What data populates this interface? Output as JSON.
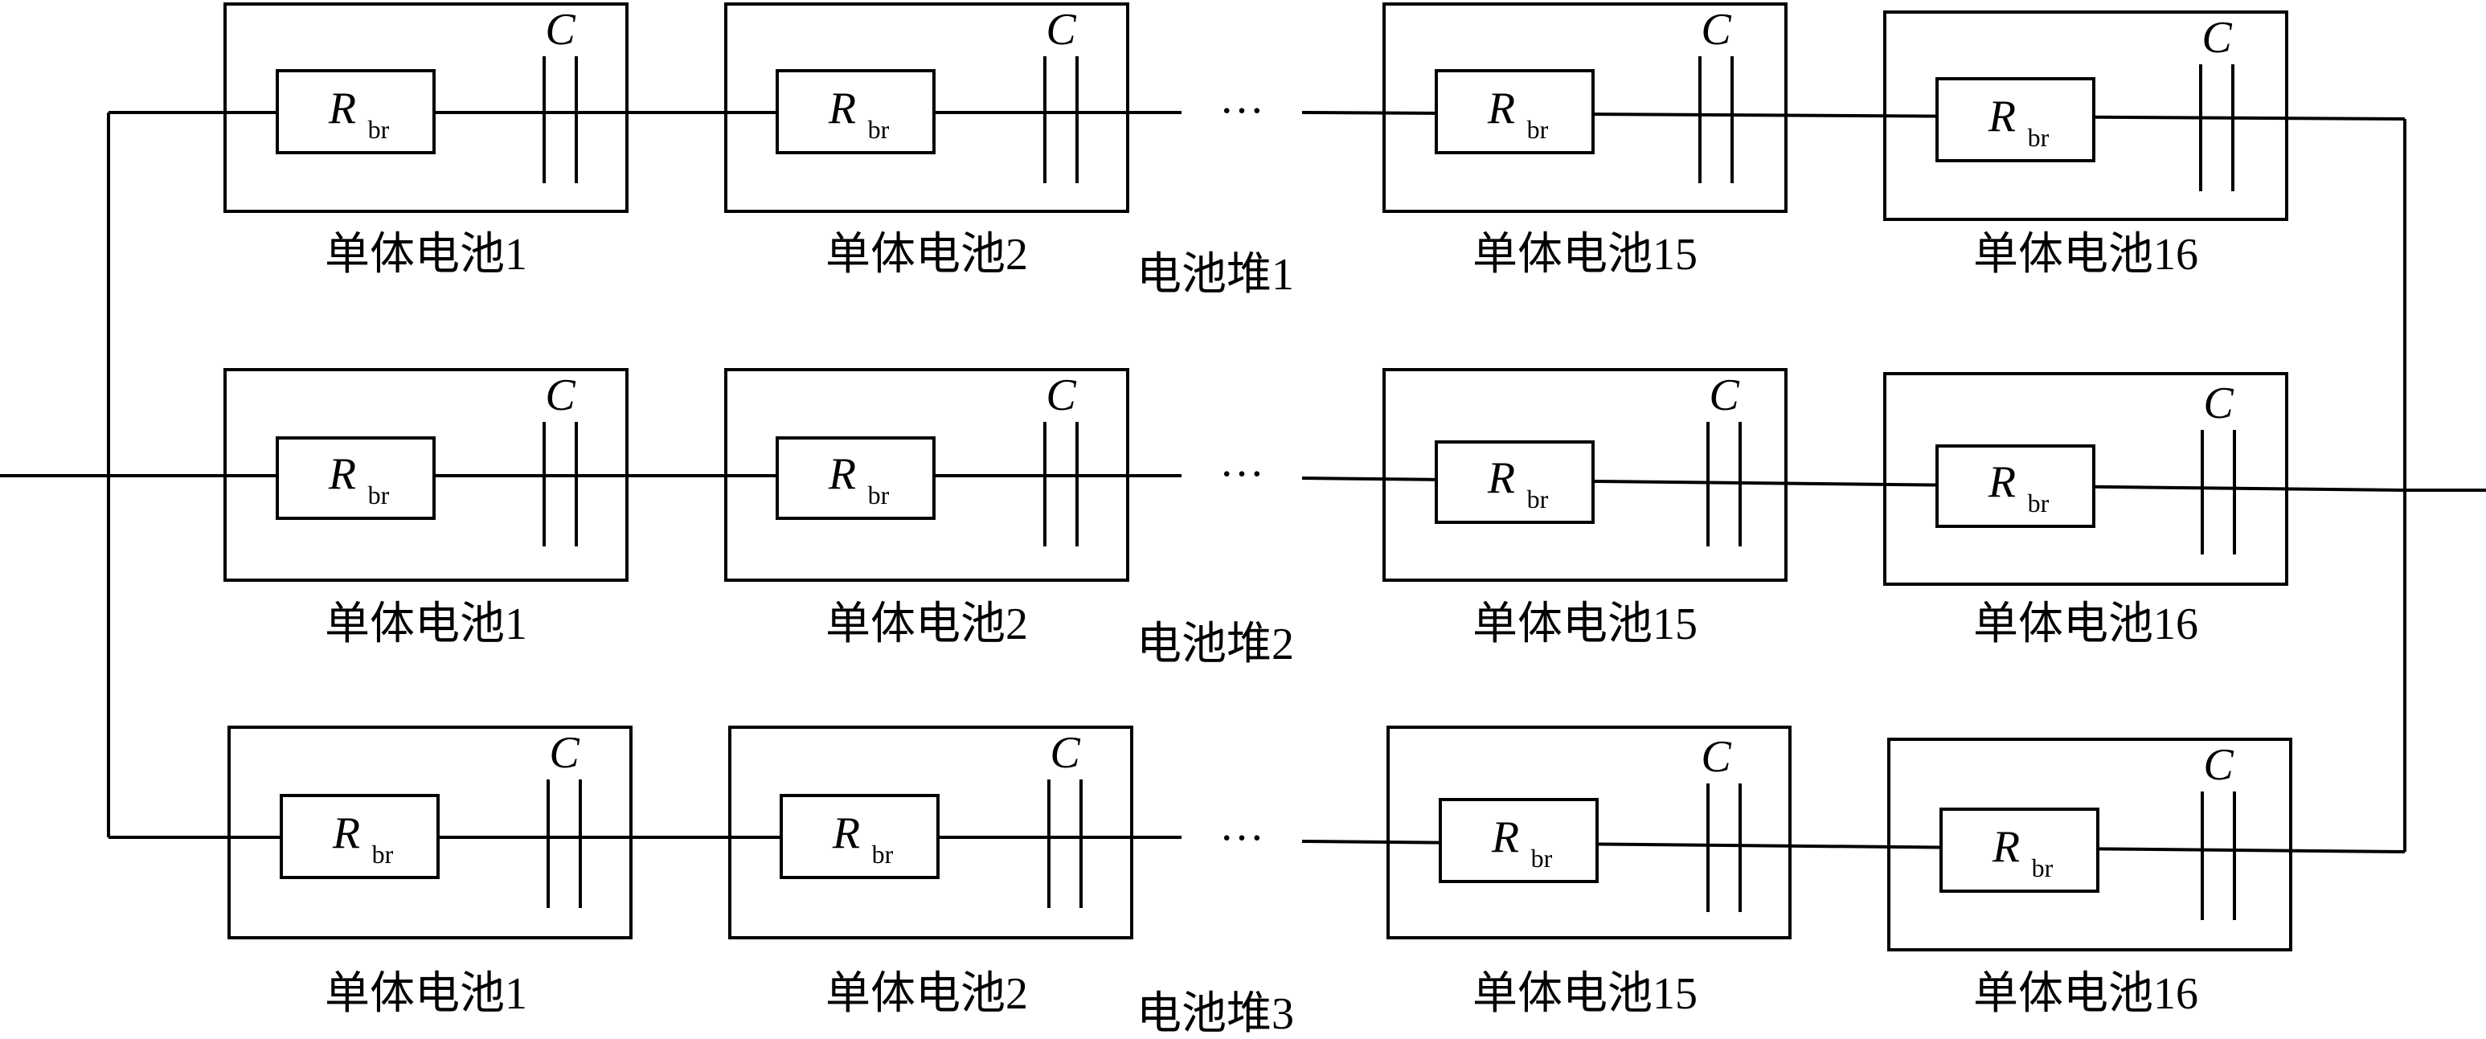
{
  "stacks": [
    {
      "label": "电池堆1",
      "cells": [
        {
          "name": "单体电池1",
          "resistor": "R",
          "resistor_sub": "br",
          "capacitor": "C"
        },
        {
          "name": "单体电池2",
          "resistor": "R",
          "resistor_sub": "br",
          "capacitor": "C"
        },
        {
          "name": "单体电池15",
          "resistor": "R",
          "resistor_sub": "br",
          "capacitor": "C"
        },
        {
          "name": "单体电池16",
          "resistor": "R",
          "resistor_sub": "br",
          "capacitor": "C"
        }
      ],
      "ellipsis": "…"
    },
    {
      "label": "电池堆2",
      "cells": [
        {
          "name": "单体电池1",
          "resistor": "R",
          "resistor_sub": "br",
          "capacitor": "C"
        },
        {
          "name": "单体电池2",
          "resistor": "R",
          "resistor_sub": "br",
          "capacitor": "C"
        },
        {
          "name": "单体电池15",
          "resistor": "R",
          "resistor_sub": "br",
          "capacitor": "C"
        },
        {
          "name": "单体电池16",
          "resistor": "R",
          "resistor_sub": "br",
          "capacitor": "C"
        }
      ],
      "ellipsis": "…"
    },
    {
      "label": "电池堆3",
      "cells": [
        {
          "name": "单体电池1",
          "resistor": "R",
          "resistor_sub": "br",
          "capacitor": "C"
        },
        {
          "name": "单体电池2",
          "resistor": "R",
          "resistor_sub": "br",
          "capacitor": "C"
        },
        {
          "name": "单体电池15",
          "resistor": "R",
          "resistor_sub": "br",
          "capacitor": "C"
        },
        {
          "name": "单体电池16",
          "resistor": "R",
          "resistor_sub": "br",
          "capacitor": "C"
        }
      ],
      "ellipsis": "…"
    }
  ]
}
